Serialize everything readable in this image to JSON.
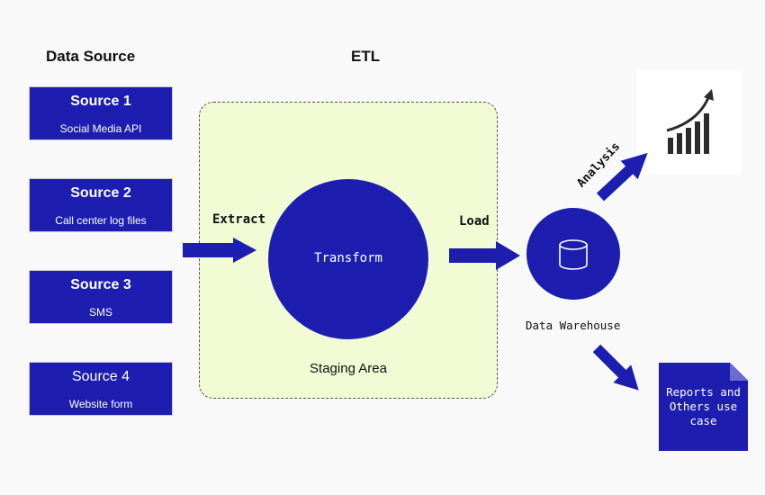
{
  "headers": {
    "data_source": "Data Source",
    "etl": "ETL"
  },
  "sources": [
    {
      "title": "Source 1",
      "subtitle": "Social Media API"
    },
    {
      "title": "Source 2",
      "subtitle": "Call center log files"
    },
    {
      "title": "Source 3",
      "subtitle": "SMS"
    },
    {
      "title": "Source 4",
      "subtitle": "Website form"
    }
  ],
  "etl": {
    "extract_label": "Extract",
    "transform_label": "Transform",
    "load_label": "Load",
    "staging_label": "Staging Area"
  },
  "warehouse": {
    "label": "Data Warehouse",
    "icon": "database-icon"
  },
  "outputs": {
    "analysis_label": "Analysis",
    "analysis_icon": "growth-chart-icon",
    "reports_label": "Reports and\nOthers use\ncase"
  },
  "colors": {
    "primary": "#1d1db0",
    "staging_fill": "#f1fbd4",
    "background": "#f9f9f9"
  }
}
